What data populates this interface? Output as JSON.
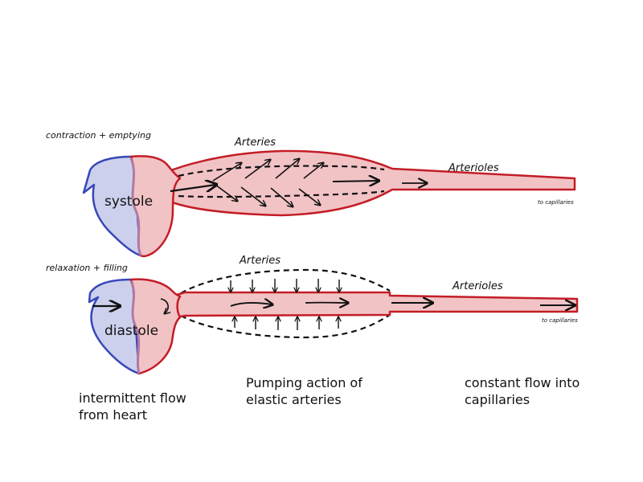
{
  "labels": {
    "contraction": "contraction + emptying",
    "relaxation": "relaxation + filling",
    "systole": "systole",
    "diastole": "diastole",
    "arteries_top": "Arteries",
    "arteries_bottom": "Arteries",
    "arterioles_top": "Arterioles",
    "arterioles_bottom": "Arterioles",
    "capillaries_top": "to capillaries",
    "capillaries_bottom": "to capillaries"
  },
  "captions": {
    "left": [
      "intermittent flow",
      "from heart"
    ],
    "middle": [
      "Pumping action of",
      "elastic arteries"
    ],
    "right": [
      "constant flow into",
      "capillaries"
    ]
  },
  "colors": {
    "venous_side": "#ccd0ec",
    "venous_border": "#3847b8",
    "arterial_fill": "#f2c3c5",
    "arterial_border": "#c31d27",
    "septum": "#b07aa6",
    "ink": "#111111"
  }
}
